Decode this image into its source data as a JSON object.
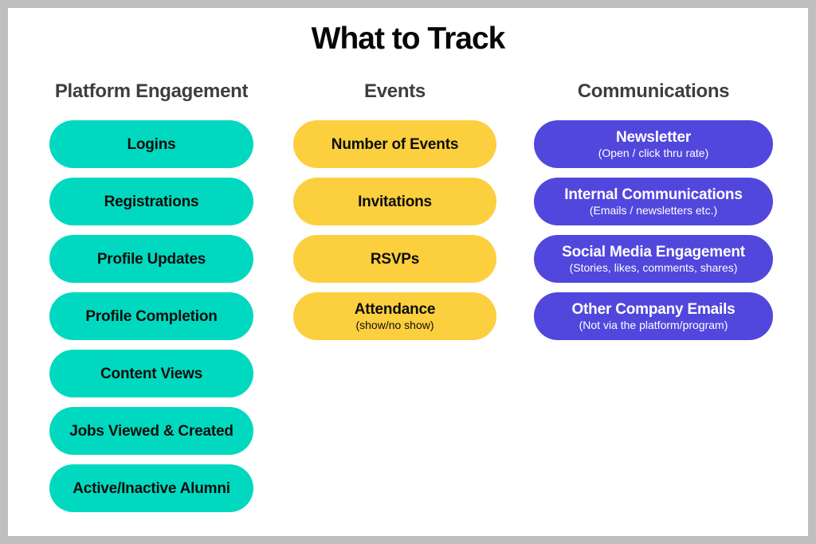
{
  "page": {
    "title": "What to Track",
    "frame_border_color": "#bfbfbf",
    "background_color": "#ffffff",
    "title_color": "#070707",
    "header_color": "#3e3e3e"
  },
  "columns": [
    {
      "id": "platform-engagement",
      "header": "Platform Engagement",
      "pill_color": "#00d9bf",
      "text_color": "#0d0d0d",
      "items": [
        {
          "label": "Logins"
        },
        {
          "label": "Registrations"
        },
        {
          "label": "Profile Updates"
        },
        {
          "label": "Profile Completion"
        },
        {
          "label": "Content Views"
        },
        {
          "label": "Jobs Viewed & Created"
        },
        {
          "label": "Active/Inactive Alumni"
        }
      ]
    },
    {
      "id": "events",
      "header": "Events",
      "pill_color": "#fccf3e",
      "text_color": "#0d0d0d",
      "items": [
        {
          "label": "Number of Events"
        },
        {
          "label": "Invitations"
        },
        {
          "label": "RSVPs"
        },
        {
          "label": "Attendance",
          "sublabel": "(show/no show)"
        }
      ]
    },
    {
      "id": "communications",
      "header": "Communications",
      "pill_color": "#5147dd",
      "text_color": "#ffffff",
      "items": [
        {
          "label": "Newsletter",
          "sublabel": "(Open / click thru rate)"
        },
        {
          "label": "Internal Communications",
          "sublabel": "(Emails / newsletters etc.)"
        },
        {
          "label": "Social Media Engagement",
          "sublabel": "(Stories, likes, comments, shares)"
        },
        {
          "label": "Other Company Emails",
          "sublabel": "(Not via the platform/program)"
        }
      ]
    }
  ]
}
